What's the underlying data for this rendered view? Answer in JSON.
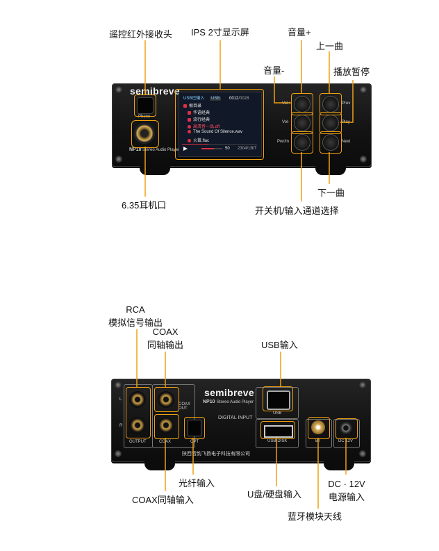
{
  "colors": {
    "accent": "#f0a010",
    "chassis": "#161616"
  },
  "front": {
    "brand": "semibreve",
    "model": "NP10",
    "model_sub": "Stereo Audio Player",
    "phone_label": "Phone",
    "button_labels": {
      "vol_up": "Vol+",
      "vol_down": "Vol-",
      "pwr": "Pwr/In",
      "prev": "Prev",
      "play": "Play",
      "next": "Next"
    },
    "screen": {
      "header": "USB已输入",
      "tag": "USB",
      "counter": "0012",
      "total": "/0028",
      "rows": [
        "根目录",
        "华语经典",
        "流行经典",
        "高清音一品.dff",
        "The Sound Of Silence.wav",
        "火苗.flac"
      ],
      "bitrate": "2304/1BIT",
      "volume": "50"
    },
    "annotations": {
      "ir": "遥控红外接收头",
      "ips": "IPS 2寸显示屏",
      "vol_up": "音量+",
      "prev": "上一曲",
      "vol_down": "音量-",
      "play": "播放暂停",
      "next": "下一曲",
      "power": "开关机/输入通道选择",
      "headphone": "6.35耳机口"
    }
  },
  "rear": {
    "brand": "semibreve",
    "model": "NP10",
    "model_sub": "Stereo Audio Player",
    "panel_labels": {
      "l": "L",
      "r": "R",
      "output": "OUTPUT",
      "coax_out": "COAX\nOUT",
      "coax": "COAX",
      "opt": "OPT",
      "digital_input": "DIGITAL INPUT",
      "usb": "USB",
      "usb_disk": "USB-DISK",
      "bt": "BT",
      "dc": "DC 12V",
      "maker": "陕西音韵飞扬电子科技有限公司"
    },
    "annotations": {
      "rca": "RCA\n模拟信号输出",
      "coax_out": "COAX\n同轴输出",
      "usb_in": "USB输入",
      "optical": "光纤输入",
      "coax_in": "COAX同轴输入",
      "udisk": "U盘/硬盘输入",
      "dc": "DC · 12V\n电源输入",
      "bt": "蓝牙模块天线"
    }
  }
}
